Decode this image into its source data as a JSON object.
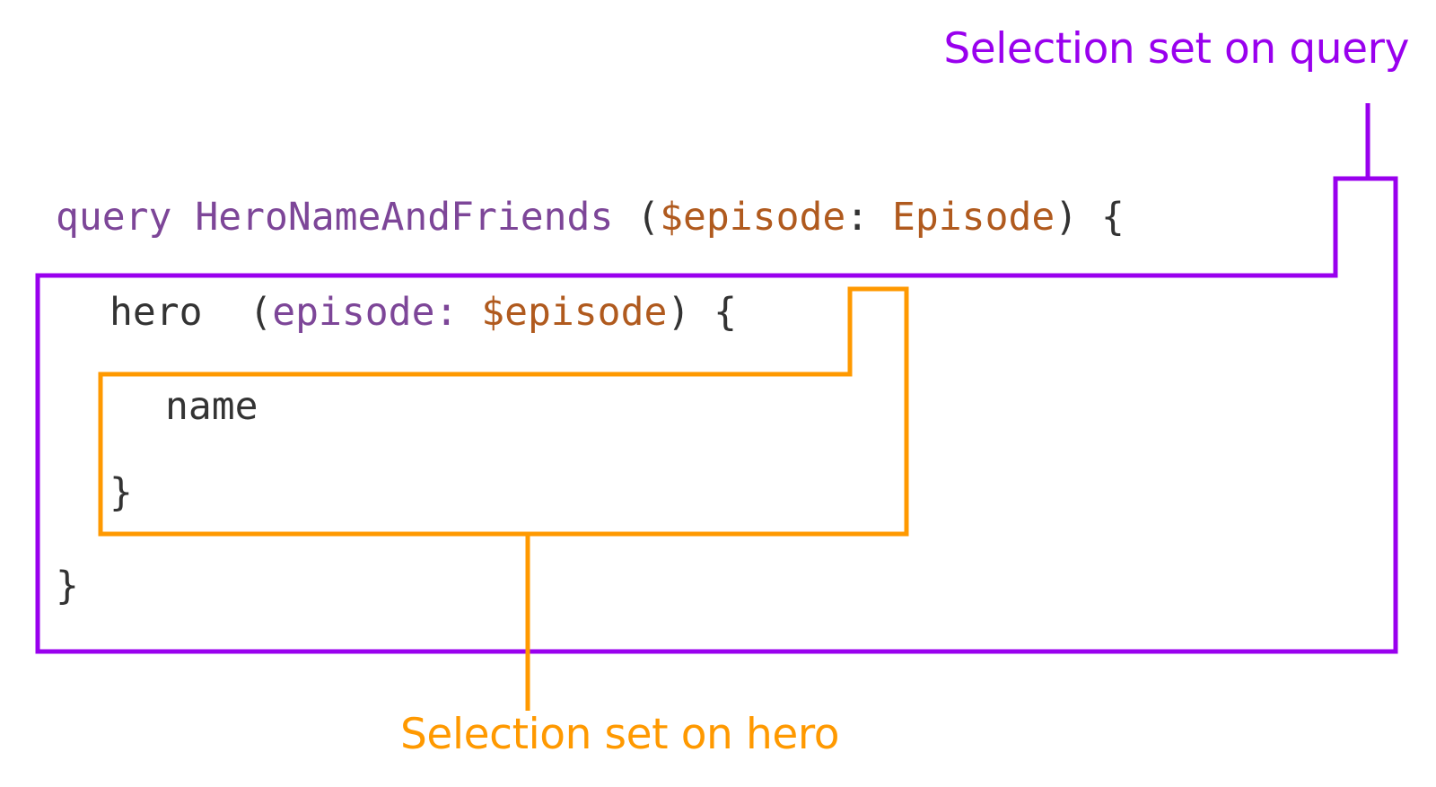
{
  "diagram": {
    "title": "GraphQL query selection sets",
    "background": "#ffffff"
  },
  "colors": {
    "annotation_query": "#9900ee",
    "annotation_hero": "#ff9900",
    "code_keyword": "#7d4698",
    "code_variable": "#b05a1e",
    "code_type": "#b05a1e",
    "code_argument": "#7d4698",
    "code_field": "#333333",
    "code_punctuation": "#333333"
  },
  "annotations": {
    "query_label": "Selection set on query",
    "hero_label": "Selection set on hero"
  },
  "code": {
    "line_query": {
      "keyword": "query ",
      "operation_name": "HeroNameAndFriends",
      "space_before_paren": " ",
      "open_paren": "(",
      "variable": "$episode",
      "colon": ":",
      "space": " ",
      "type": "Episode",
      "close_paren": ")",
      "gap": " ",
      "open_brace": "{"
    },
    "line_hero": {
      "field": "hero",
      "gap": "  ",
      "open_paren": "(",
      "argument": "episode:",
      "space": " ",
      "variable": "$episode",
      "close_paren": ")",
      "gap2": " ",
      "open_brace": "{"
    },
    "line_name": {
      "field": "name"
    },
    "line_close_inner": {
      "brace": "}"
    },
    "line_close_outer": {
      "brace": "}"
    }
  }
}
